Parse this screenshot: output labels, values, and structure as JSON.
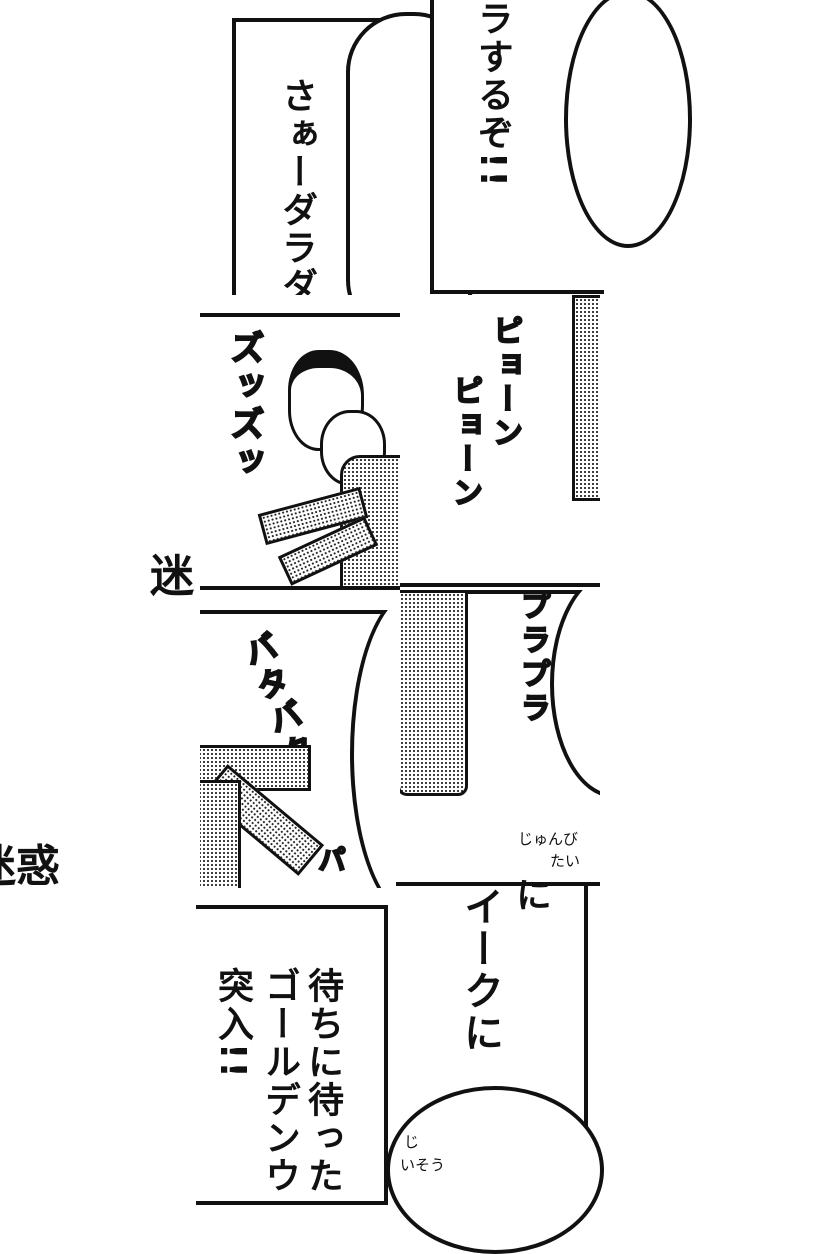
{
  "panels": {
    "p1_text": "さぁーダラダ",
    "p2_text": "ラするぞ!!",
    "p3_sfx": "ズッズッ",
    "p4_sfx1": "ピョーン",
    "p4_sfx2": "ピョーン",
    "p5_sfx": "バタバタ",
    "p5_sfx2": "パ",
    "p6_sfx": "プラプラ",
    "p6_note_line1": "じゅんび",
    "p6_note_line2": "たい",
    "p7_text_col1": "待ちに待った",
    "p7_text_col2": "ゴールデンウ",
    "p7_text_col3": "突入!!",
    "p8_text_top": "に",
    "p8_text": "イークに",
    "p8_note1": "じ",
    "p8_note2": "いそう"
  },
  "title_fragments": {
    "frag1": "迷",
    "frag2": "迷惑"
  }
}
